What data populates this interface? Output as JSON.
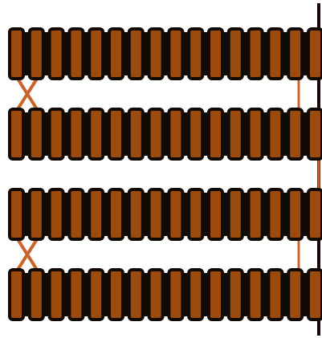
{
  "colors": {
    "background": "#ffffff",
    "plank_fill": "#9c4b0e",
    "outline": "#120a05",
    "ladder_rope": "#c8642c",
    "pole": "#1a0606"
  },
  "rows": [
    {
      "name": "row-1",
      "planks": 16
    },
    {
      "name": "row-2",
      "planks": 16
    },
    {
      "name": "row-3",
      "planks": 16
    },
    {
      "name": "row-4",
      "planks": 16
    }
  ],
  "connectors": [
    {
      "name": "crossed-rope-ladder-left-upper",
      "type": "cross"
    },
    {
      "name": "rope-ladder-right-upper",
      "type": "single"
    },
    {
      "name": "crossed-rope-ladder-left-lower",
      "type": "cross"
    },
    {
      "name": "rope-ladder-right-lower",
      "type": "single"
    }
  ],
  "icons": [
    "wooden-plank-icon",
    "rope-ladder-icon",
    "vertical-pole-icon"
  ]
}
